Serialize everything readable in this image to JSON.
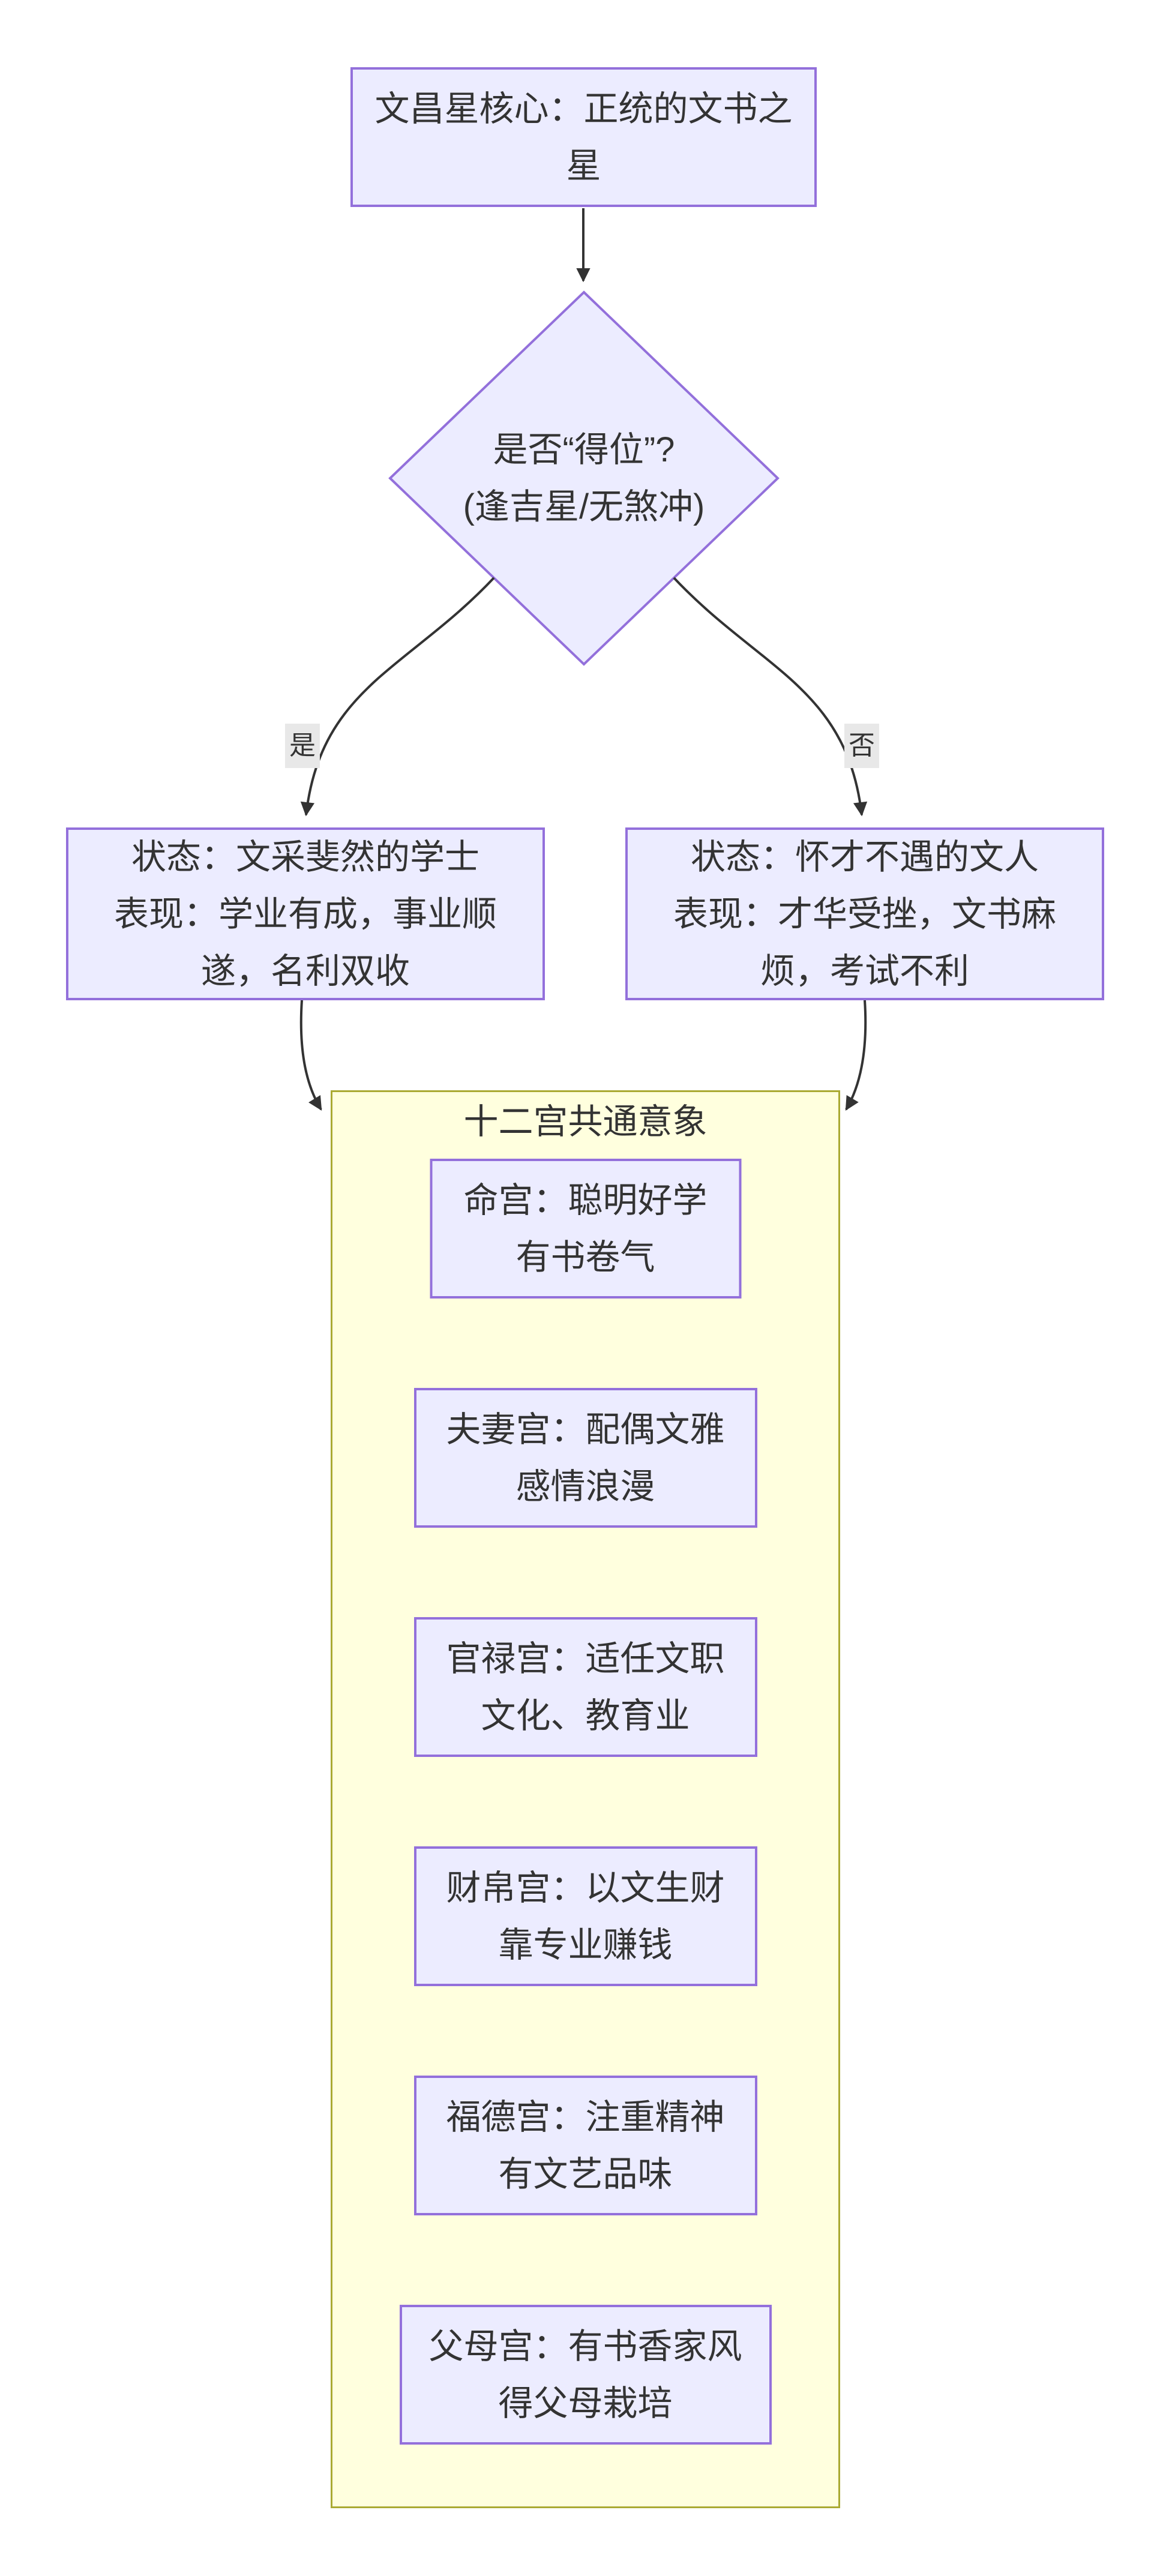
{
  "colors": {
    "node_fill": "#ECECFF",
    "node_border": "#9370DB",
    "cluster_fill": "#FFFFDE",
    "cluster_border": "#AAAA33",
    "edge_color": "#333333",
    "edge_label_bg": "#E8E8E8",
    "text_color": "#333333",
    "background": "#FFFFFF"
  },
  "flowchart": {
    "core": "文昌星核心：正统的文书之\n星",
    "decision": "是否“得位”?\n(逢吉星/无煞冲)",
    "yes_label": "是",
    "no_label": "否",
    "state_good": "状态：文采斐然的学士\n表现：学业有成，事业顺\n遂，名利双收",
    "state_bad": "状态：怀才不遇的文人\n表现：才华受挫，文书麻\n烦，考试不利",
    "subgraph_title": "十二宫共通意象",
    "palaces": [
      "命宫：聪明好学\n有书卷气",
      "夫妻宫：配偶文雅\n感情浪漫",
      "官禄宫：适任文职\n文化、教育业",
      "财帛宫：以文生财\n靠专业赚钱",
      "福德宫：注重精神\n有文艺品味",
      "父母宫：有书香家风\n得父母栽培"
    ]
  }
}
